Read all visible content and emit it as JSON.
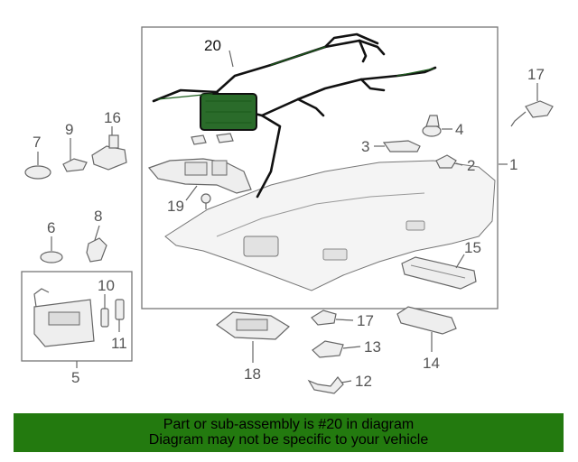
{
  "callouts": {
    "c1": "1",
    "c2": "2",
    "c3": "3",
    "c4": "4",
    "c5": "5",
    "c6": "6",
    "c7": "7",
    "c8": "8",
    "c9": "9",
    "c10": "10",
    "c11": "11",
    "c12": "12",
    "c13": "13",
    "c14": "14",
    "c15": "15",
    "c16": "16",
    "c17a": "17",
    "c17b": "17",
    "c18": "18",
    "c19": "19",
    "c20": "20"
  },
  "banner": {
    "line1": "Part or sub-assembly is #20 in diagram",
    "line2": "Diagram may not be specific to your vehicle"
  },
  "colors": {
    "highlight": "#237a0f",
    "harness": "#1e5e1e"
  }
}
